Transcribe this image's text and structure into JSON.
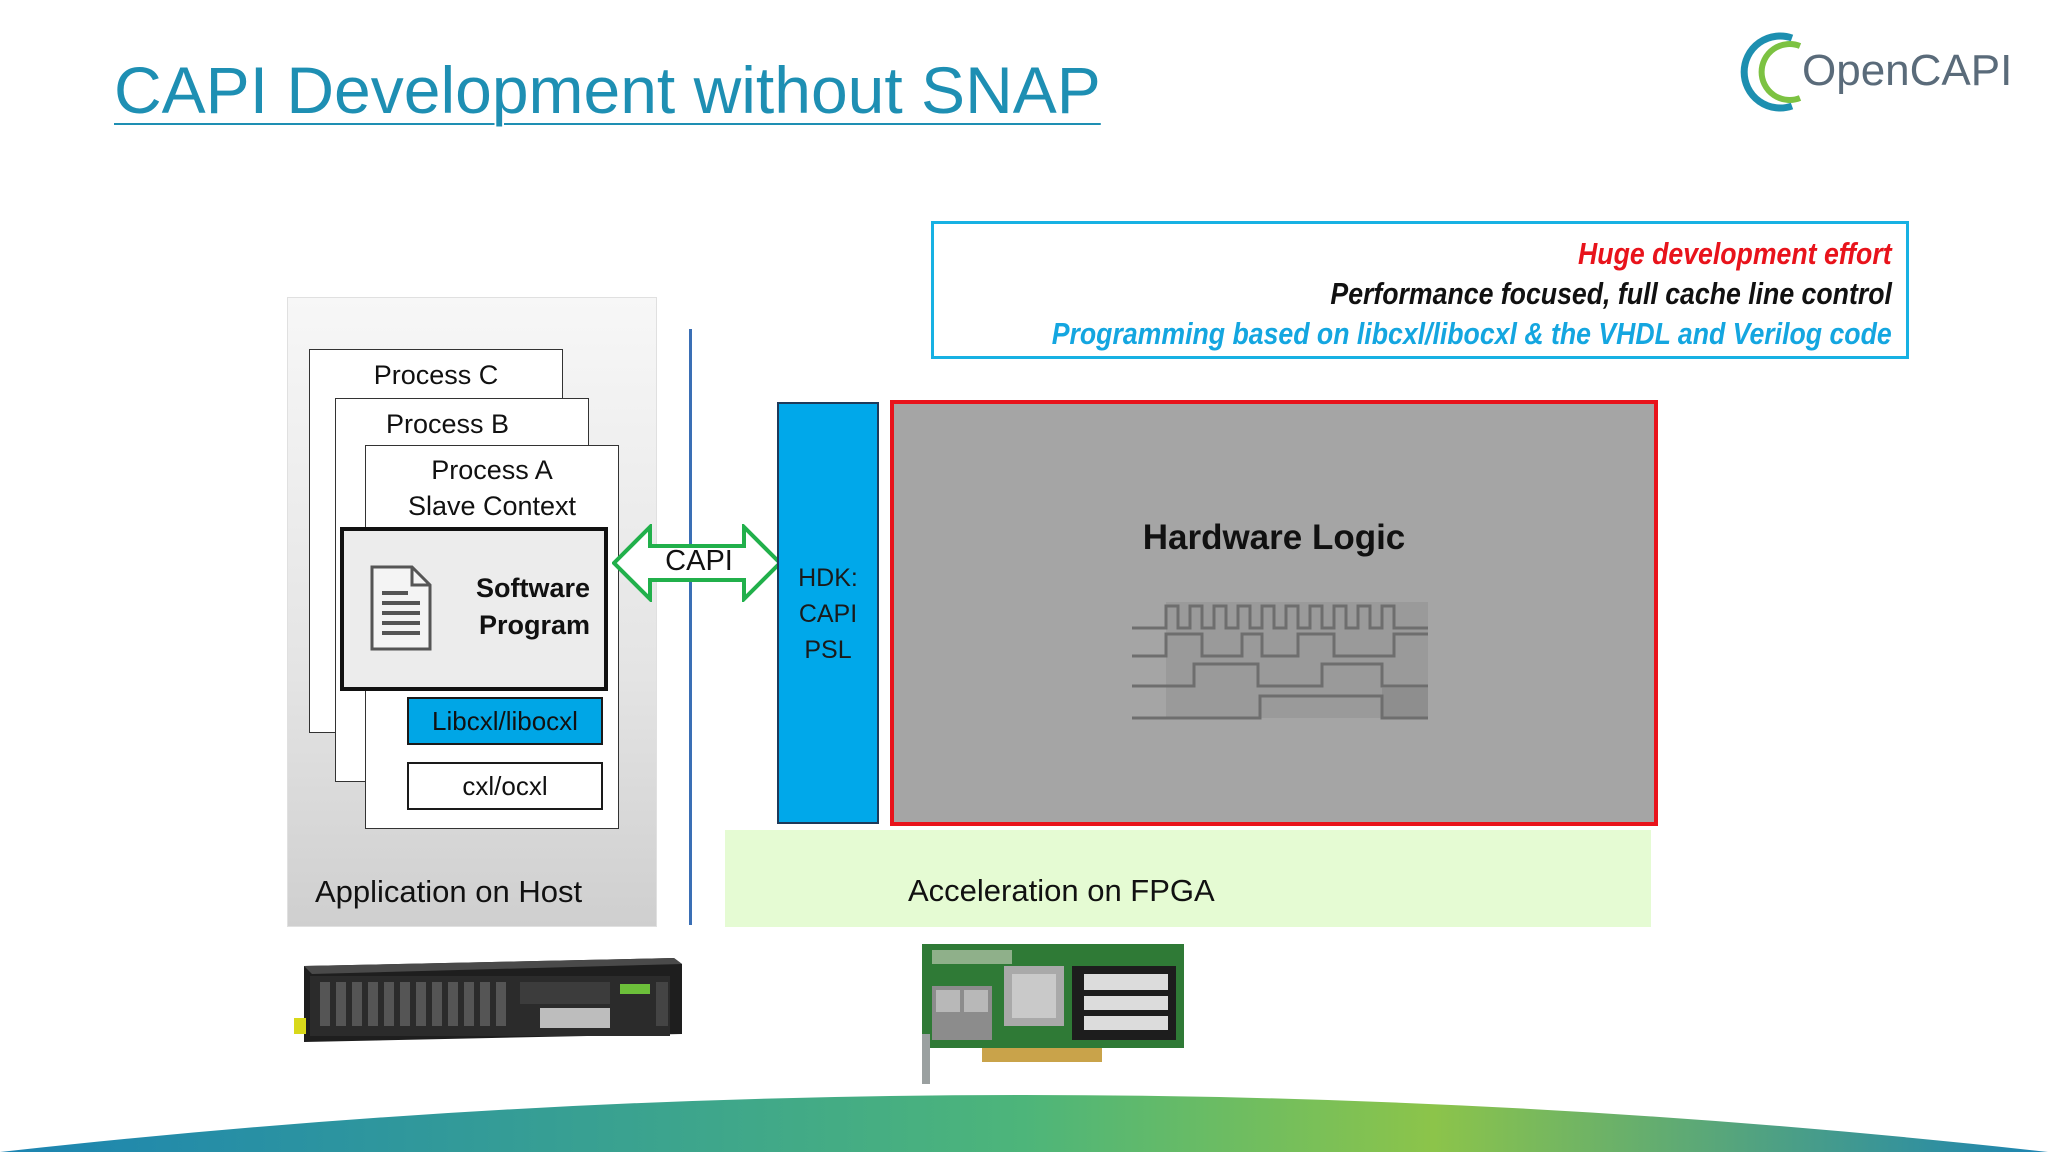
{
  "title": "CAPI Development without SNAP",
  "logo": {
    "text": "OpenCAPI",
    "icon": "opencapi-logo",
    "colors": [
      "#1d8fb0",
      "#7cc242"
    ]
  },
  "callout": {
    "line1": "Huge development effort",
    "line2": "Performance focused, full cache line control",
    "line3": "Programming based on libcxl/libocxl & the VHDL and Verilog code",
    "colors": {
      "line1": "#e8131b",
      "line2": "#111111",
      "line3": "#14a6e0",
      "border": "#17b1e3"
    }
  },
  "host": {
    "label": "Application on Host",
    "process_c": "Process C",
    "process_b": "Process B",
    "process_a": "Process A",
    "process_a_sub": "Slave Context",
    "software_line1": "Software",
    "software_line2": "Program",
    "software_icon": "document-icon",
    "lib": "Libcxl/libocxl",
    "driver": "cxl/ocxl"
  },
  "link": {
    "label": "CAPI",
    "icon": "double-arrow-icon",
    "color": "#21b04b"
  },
  "fpga": {
    "label": "Acceleration on FPGA",
    "hdk_line1": "HDK:",
    "hdk_line2": "CAPI",
    "hdk_line3": "PSL",
    "hardware": "Hardware Logic",
    "hardware_icon": "timing-waveform-icon",
    "colors": {
      "hdk": "#00a8ea",
      "hardware_fill": "#a5a5a5",
      "hardware_border": "#e8131b",
      "bg": "#e5fbd3"
    }
  },
  "images": {
    "server": "server-image",
    "card": "fpga-card-image"
  }
}
